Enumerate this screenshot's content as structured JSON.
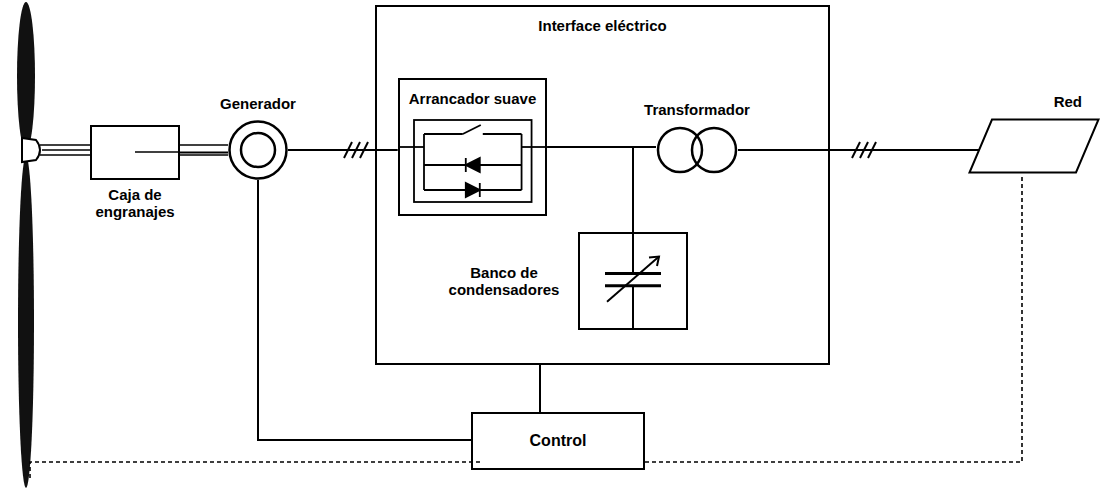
{
  "diagram": {
    "nodes": [
      {
        "text": [
          "Caja de engranajes"
        ]
      },
      {
        "text": [
          "Generador"
        ]
      },
      {
        "text": [
          "Interface eléctrico"
        ]
      },
      {
        "text": [
          "Arrancador suave"
        ],
        "in": 2
      },
      {
        "text": [
          "Transformador"
        ],
        "in": 2
      },
      {
        "text": [
          "Banco de condensadores"
        ],
        "in": 2
      },
      {
        "text": [
          "Red"
        ]
      },
      {
        "text": [
          "Control"
        ]
      }
    ],
    "edges": [
      {
        "from": 0,
        "to": 1,
        "arrow": "none"
      },
      {
        "from": 1,
        "to": 3,
        "arrow": "none"
      },
      {
        "from": 3,
        "to": 4,
        "arrow": "none"
      },
      {
        "from": 3,
        "to": 5,
        "arrow": "none"
      },
      {
        "from": 4,
        "to": 6,
        "arrow": "none"
      },
      {
        "from": 1,
        "to": 7,
        "arrow": "none"
      },
      {
        "from": 2,
        "to": 7,
        "arrow": "none"
      },
      {
        "from": 7,
        "to": 6,
        "arrow": "none"
      }
    ]
  }
}
